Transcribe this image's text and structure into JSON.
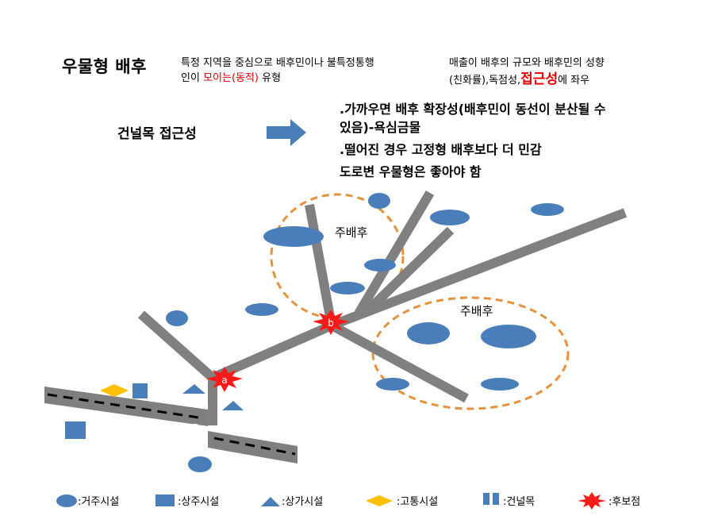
{
  "header": {
    "title": "우물형 배후",
    "desc1_line1": "특정 지역을 중심으로 배후민이나 불특정통행",
    "desc1_line2_pre": "인이 ",
    "desc1_line2_red": "모이는(동적)",
    "desc1_line2_post": " 유형",
    "desc2_line1": "매출이 배후의 규모와 배후민의 성향",
    "desc2_line2_pre": "(친화률),독점성,",
    "desc2_line2_red": "접근성",
    "desc2_line2_post": "에 좌우"
  },
  "access": {
    "label": "건널목 접근성",
    "bullets": [
      ".가까우면 배후 확장성(배후민이 동선이 분산될 수",
      "있음)-욕심금물",
      ".떨어진 경우 고정형 배후보다 더 민감",
      "도로변 우물형은 좋아야 함"
    ]
  },
  "diagram": {
    "zone1_label": "주배후",
    "zone2_label": "주배후",
    "point_a": "a",
    "point_b": "b"
  },
  "legend": {
    "residential": ":거주시설",
    "mixed": ":상주시설",
    "commercial": ":상가시설",
    "transport": ":고통시설",
    "crosswalk": ":건널목",
    "candidate": ":후보점"
  },
  "colors": {
    "shape_blue": "#4a7ebb",
    "road_gray": "#7f7f7f",
    "zone_orange": "#e6913c",
    "star_red": "#ff1a1a",
    "diamond_yellow": "#ffc000",
    "text_red": "#e00000"
  }
}
